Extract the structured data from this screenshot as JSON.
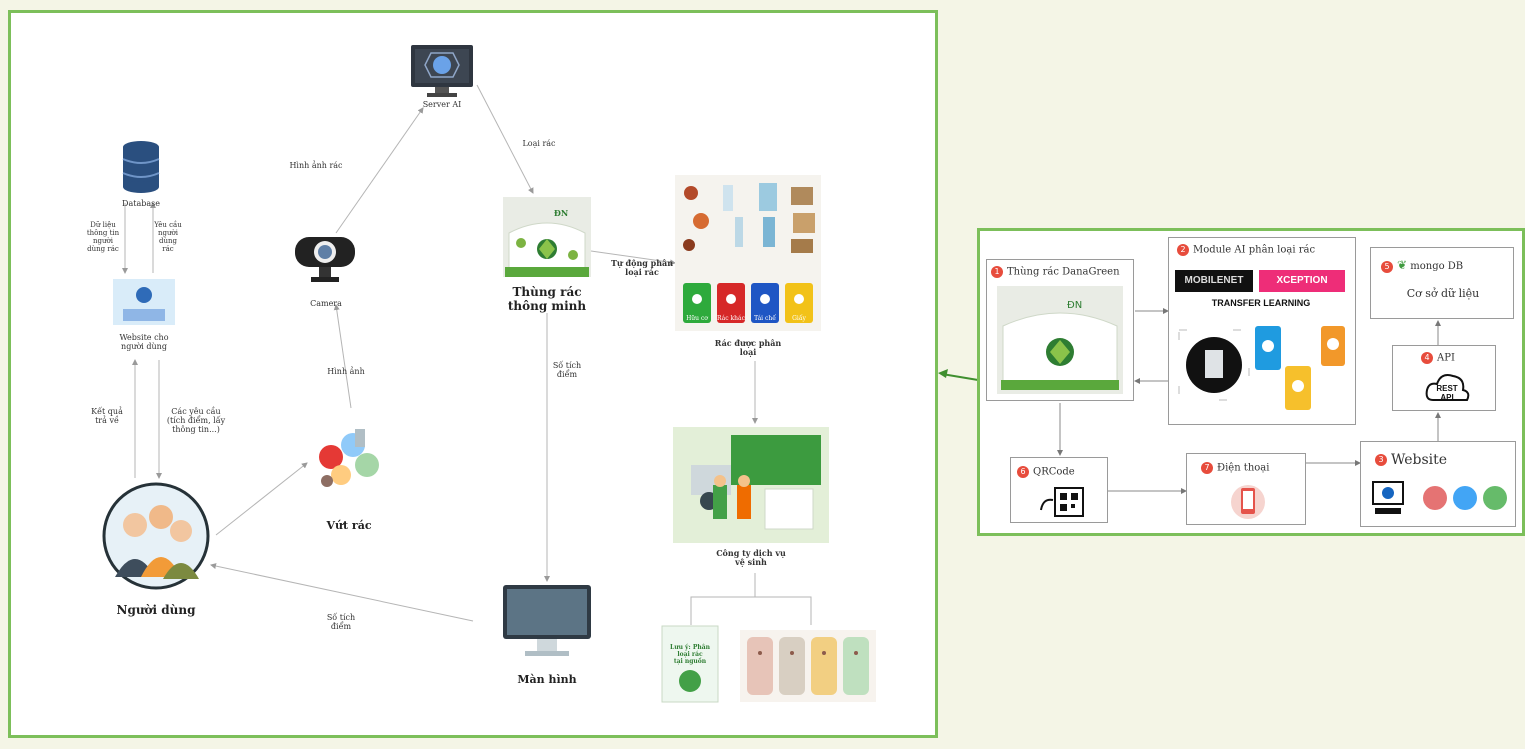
{
  "left": {
    "server": "Server AI",
    "camera": "Camera",
    "bin": "Thùng rác\nthông minh",
    "database": "Database",
    "website_user": "Website cho\nngười dùng",
    "people": "Người dùng",
    "trash": "Vứt rác",
    "monitor": "Màn hình",
    "sorted_label": "Rác được phân\nloại",
    "company": "Công ty dịch vụ\nvệ sinh",
    "edge_image": "Hình ảnh rác",
    "edge_type": "Loại rác",
    "edge_auto_sort": "Tự động phân\nloại rác",
    "edge_photo": "Hình ảnh",
    "edge_points_bin": "Số tích\nđiểm",
    "edge_points_user": "Số tích\nđiểm",
    "edge_db_data": "Dữ liệu\nthông tin\nngười\ndùng rác",
    "edge_db_req": "Yêu cầu\nngười\ndùng\nrác",
    "edge_result": "Kết quả\ntrả về",
    "edge_requests": "Các yêu cầu\n(tích điểm, lấy\nthông tin...)",
    "bin_sticker": "ĐN",
    "bin_categories": [
      "Hữu cơ",
      "Rác khác",
      "Tái chế",
      "Giấy"
    ],
    "vendor_sign": "Lưu ý: Phân loại rác\ntại nguồn"
  },
  "right": {
    "b1_title": "Thùng rác DanaGreen",
    "b1_num": "1",
    "b2_title": "Module AI phân loại rác",
    "b2_num": "2",
    "b2_tag1": "MOBILENET",
    "b2_tag2": "XCEPTION",
    "b2_transfer": "TRANSFER LEARNING",
    "b3_title": "Website",
    "b3_num": "3",
    "b4_title": "API",
    "b4_num": "4",
    "b4_api": "REST API",
    "b5_title": "mongo DB",
    "b5_num": "5",
    "b5_sub": "Cơ sở dữ liệu",
    "b6_title": "QRCode",
    "b6_num": "6",
    "b7_title": "Điện thoại",
    "b7_num": "7"
  },
  "colors": {
    "panel_border": "#7cbf5a",
    "accent_red": "#e74c3c",
    "bin_green": "#2eaa3c",
    "bin_red": "#d62828",
    "bin_blue": "#1f56c4",
    "bin_yellow": "#f2c218"
  }
}
